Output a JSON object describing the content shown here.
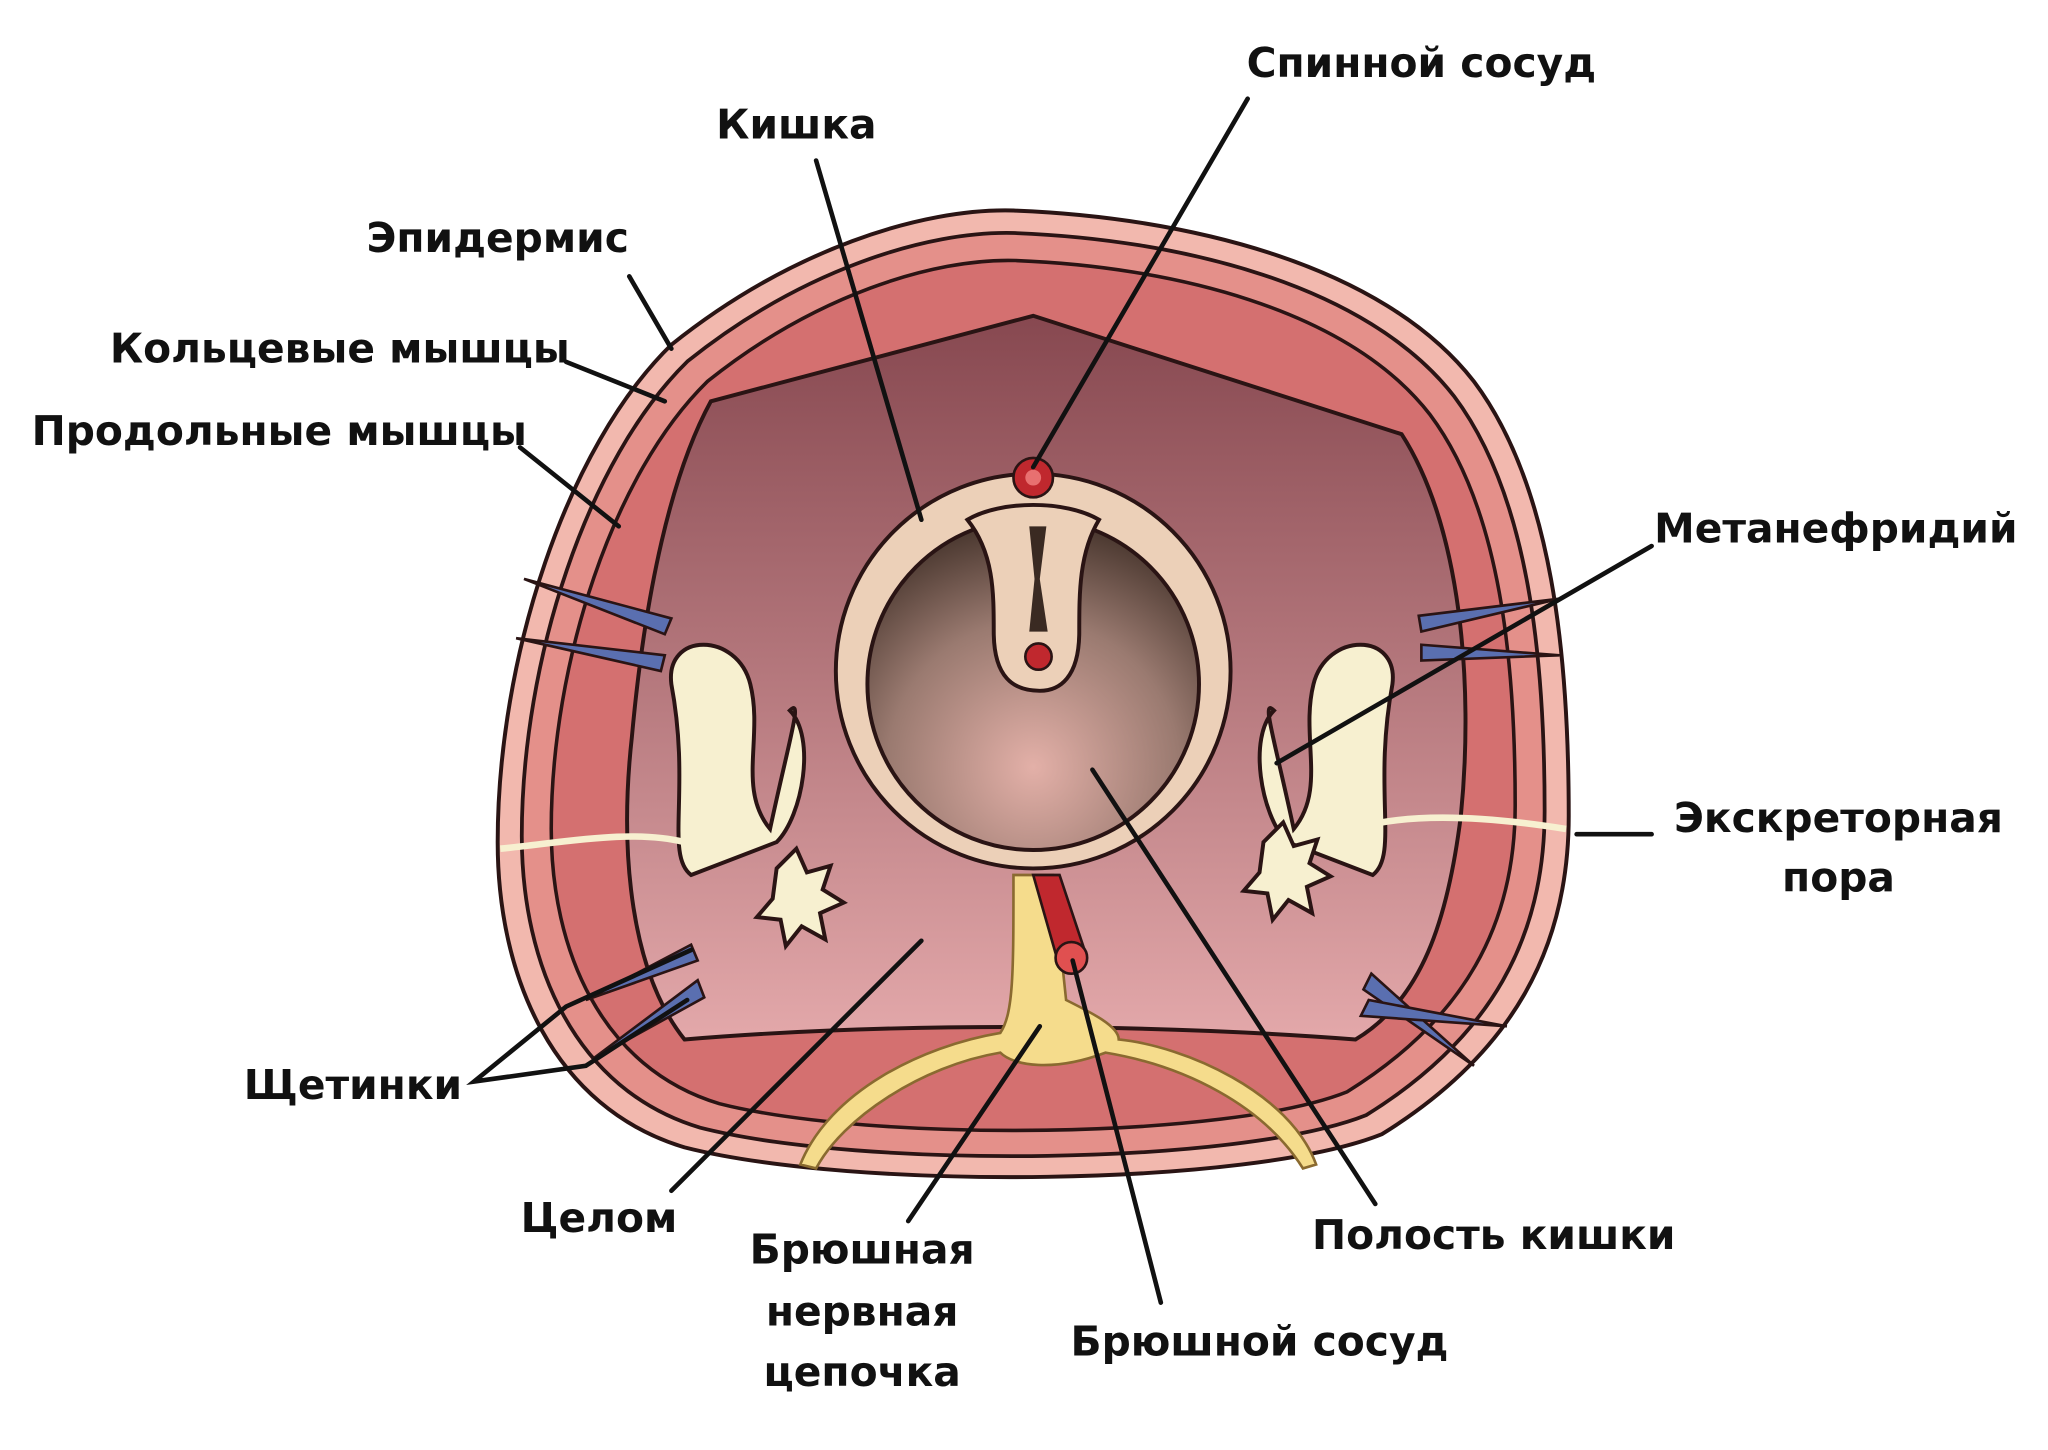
{
  "title": "Поперечный разрез дождевого червя",
  "labels": {
    "dorsal_vessel": "Спинной сосуд",
    "intestine": "Кишка",
    "epidermis": "Эпидермис",
    "circular_muscles": "Кольцевые мышцы",
    "longitudinal_muscles": "Продольные мышцы",
    "metanephridium": "Метанефридий",
    "excretory_pore_1": "Экскреторная",
    "excretory_pore_2": "пора",
    "setae": "Щетинки",
    "coelom": "Целом",
    "nerve_chain_1": "Брюшная",
    "nerve_chain_2": "нервная",
    "nerve_chain_3": "цепочка",
    "ventral_vessel": "Брюшной сосуд",
    "gut_cavity": "Полость кишки"
  },
  "colors": {
    "epidermis": "#f2b8ae",
    "circular_muscle": "#e4908a",
    "longitudinal_muscle": "#d47070",
    "coelom_top": "#874850",
    "coelom_bottom": "#e3a8aa",
    "gut_wall": "#ecd0b8",
    "vessel": "#c0282e",
    "nerve": "#f5dc8c",
    "nephridium": "#f7f0d0",
    "setae": "#5a6fb0"
  }
}
